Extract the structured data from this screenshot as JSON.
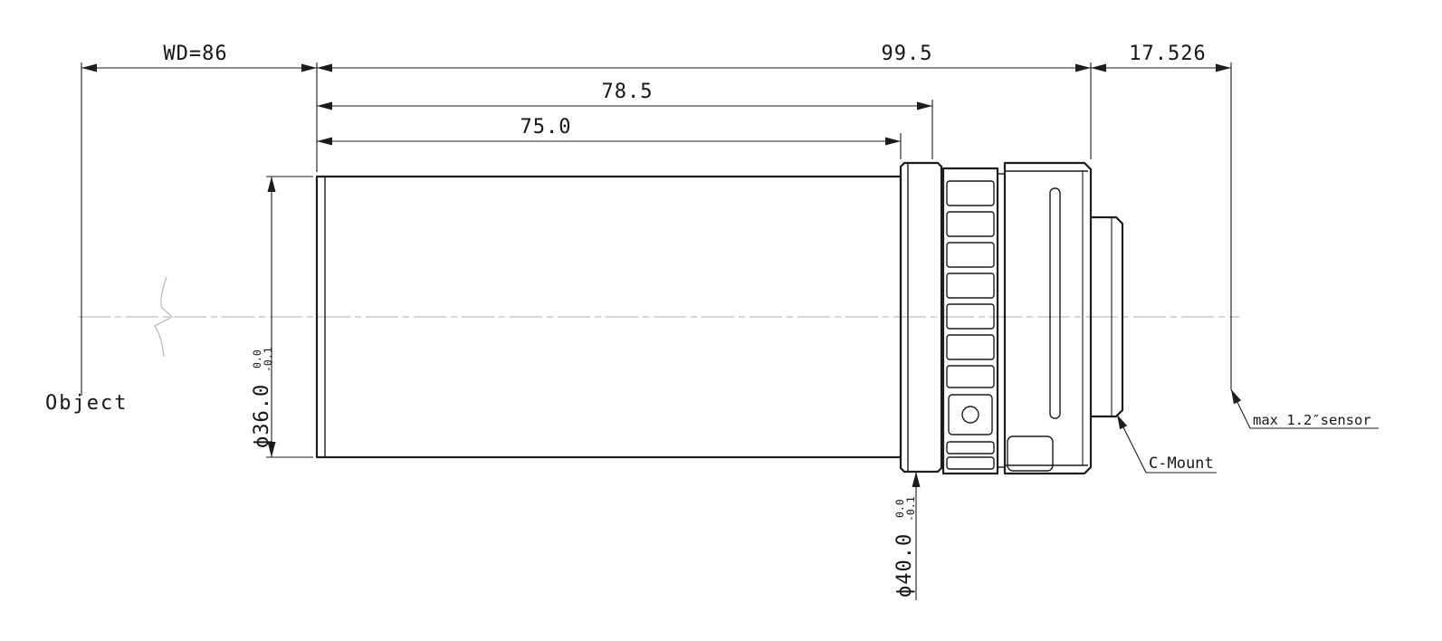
{
  "colors": {
    "line": "#1c1c1c",
    "centerline": "#bdbdbd",
    "text": "#161616",
    "background": "#ffffff"
  },
  "dimensions": {
    "wd": "WD=86",
    "overall_length": "99.5",
    "flange_to_sensor": "17.526",
    "length_78_5": "78.5",
    "length_75_0": "75.0",
    "barrel_diameter": "ϕ36.0",
    "barrel_diameter_tol_upper": "0.0",
    "barrel_diameter_tol_lower": "-0.1",
    "ring_diameter": "ϕ40.0",
    "ring_diameter_tol_upper": "0.0",
    "ring_diameter_tol_lower": "-0.1"
  },
  "labels": {
    "object": "Object",
    "c_mount": "C-Mount",
    "sensor": "max 1.2″sensor"
  }
}
